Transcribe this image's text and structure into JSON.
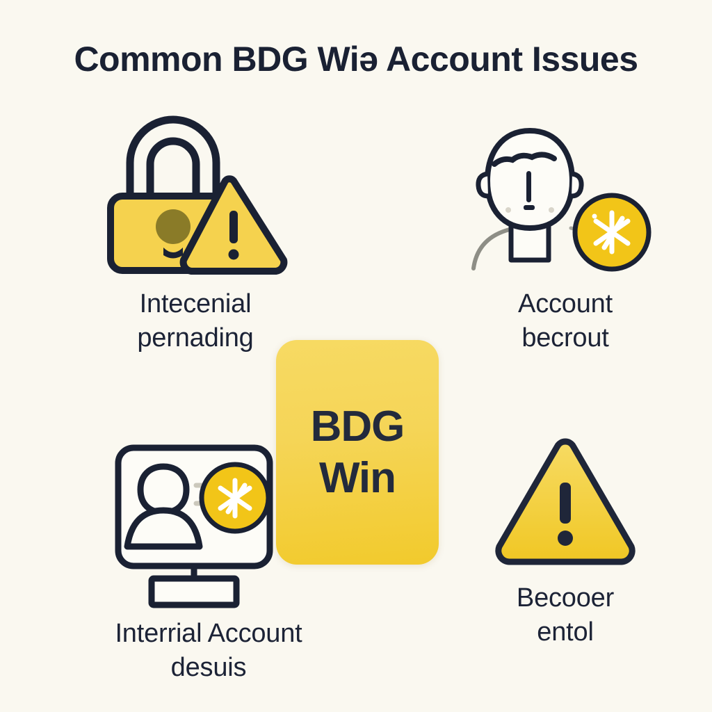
{
  "page": {
    "title": "Common BDG Wiə Account Issues",
    "background_color": "#FAF8F0",
    "text_color": "#1C2336"
  },
  "brand_card": {
    "line1": "BDG",
    "line2": "Win",
    "background_color": "#F5D557",
    "text_color": "#232A3C"
  },
  "colors": {
    "yellow": "#F5D24E",
    "yellow_deep": "#F2C518",
    "ink": "#1A2133",
    "olive": "#8A7B28",
    "white": "#FFFFFF"
  },
  "cells": [
    {
      "id": "credential-pending",
      "icon": "padlock-warning-icon",
      "label_line1": "Intecenial",
      "label_line2": "pernading"
    },
    {
      "id": "account-lockout",
      "icon": "person-alert-badge-icon",
      "label_line1": "Account",
      "label_line2": "becrout"
    },
    {
      "id": "internal-account-details",
      "icon": "monitor-user-badge-icon",
      "label_line1": "Interrial Account",
      "label_line2": "desuis"
    },
    {
      "id": "recovery-error",
      "icon": "warning-triangle-icon",
      "label_line1": "Becooer",
      "label_line2": "entol"
    }
  ]
}
